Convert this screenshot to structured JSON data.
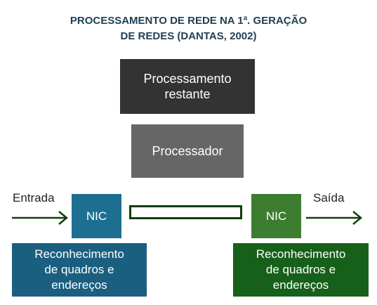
{
  "title": {
    "line1": "PROCESSAMENTO DE REDE NA 1ª. GERAÇÃO",
    "line2": "DE REDES (DANTAS, 2002)"
  },
  "boxes": {
    "processing_rest": [
      "Processamento",
      "restante"
    ],
    "processor": "Processador",
    "nic_left": "NIC",
    "nic_right": "NIC",
    "recognition_left": [
      "Reconhecimento",
      "de quadros e",
      "endereços"
    ],
    "recognition_right": [
      "Reconhecimento",
      "de quadros e",
      "endereços"
    ]
  },
  "labels": {
    "input": "Entrada",
    "output": "Saída"
  },
  "colors": {
    "title": "#1f3f55",
    "processing_rest": "#333333",
    "processor": "#666666",
    "nic_left": "#1d6f91",
    "nic_right": "#3d7d30",
    "recognition_left": "#1a5f7f",
    "recognition_right": "#17601a",
    "arrow": "#123d0e"
  },
  "icons": [
    "arrow-right-icon",
    "arrow-right-icon"
  ]
}
